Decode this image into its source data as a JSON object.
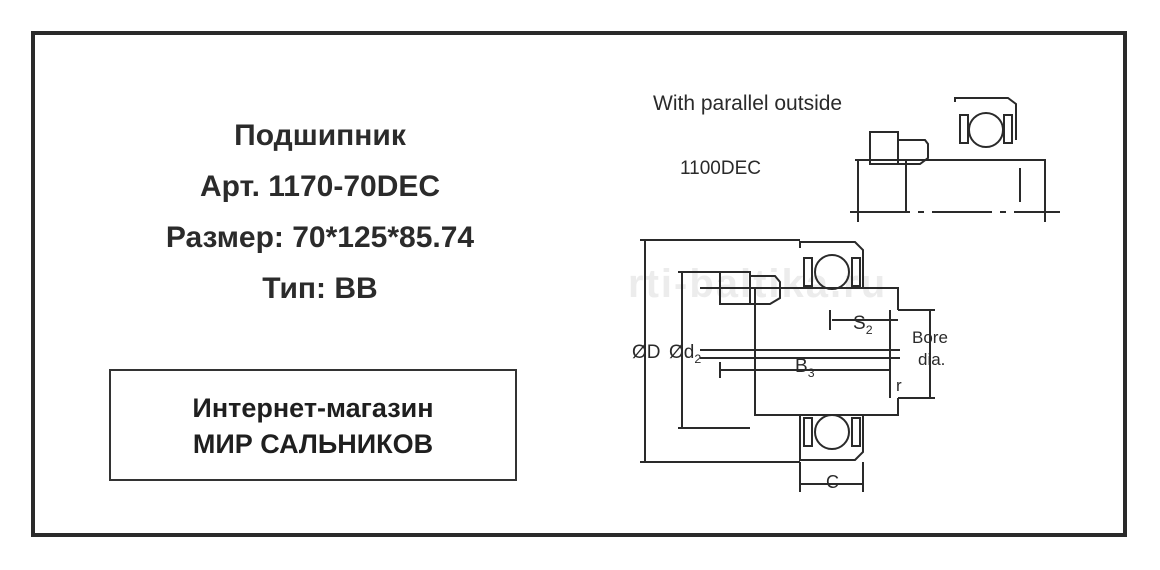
{
  "product": {
    "title": "Подшипник",
    "article": "Арт.  1170-70DEC",
    "size": "Размер:  70*125*85.74",
    "type": "Тип:  BB"
  },
  "shop": {
    "line1": "Интернет-магазин",
    "line2": "МИР САЛЬНИКОВ"
  },
  "drawing": {
    "variant_caption": "With parallel outside",
    "variant_code": "1100DEC",
    "label_D": "ØD",
    "label_d": "Ød",
    "label_d_sub": "2",
    "label_S": "S",
    "label_S_sub": "2",
    "label_B": "B",
    "label_B_sub": "3",
    "label_bore_1": "Bore",
    "label_bore_2": "dia.",
    "label_r": "r",
    "label_C": "C"
  },
  "watermark": "rti-baltika.ru"
}
